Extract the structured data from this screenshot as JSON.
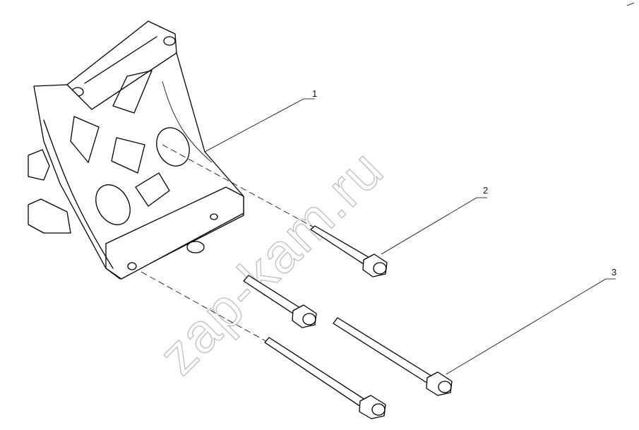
{
  "watermark": "zap-kam.ru",
  "callouts": [
    {
      "label": "1"
    },
    {
      "label": "2"
    },
    {
      "label": "3"
    }
  ]
}
